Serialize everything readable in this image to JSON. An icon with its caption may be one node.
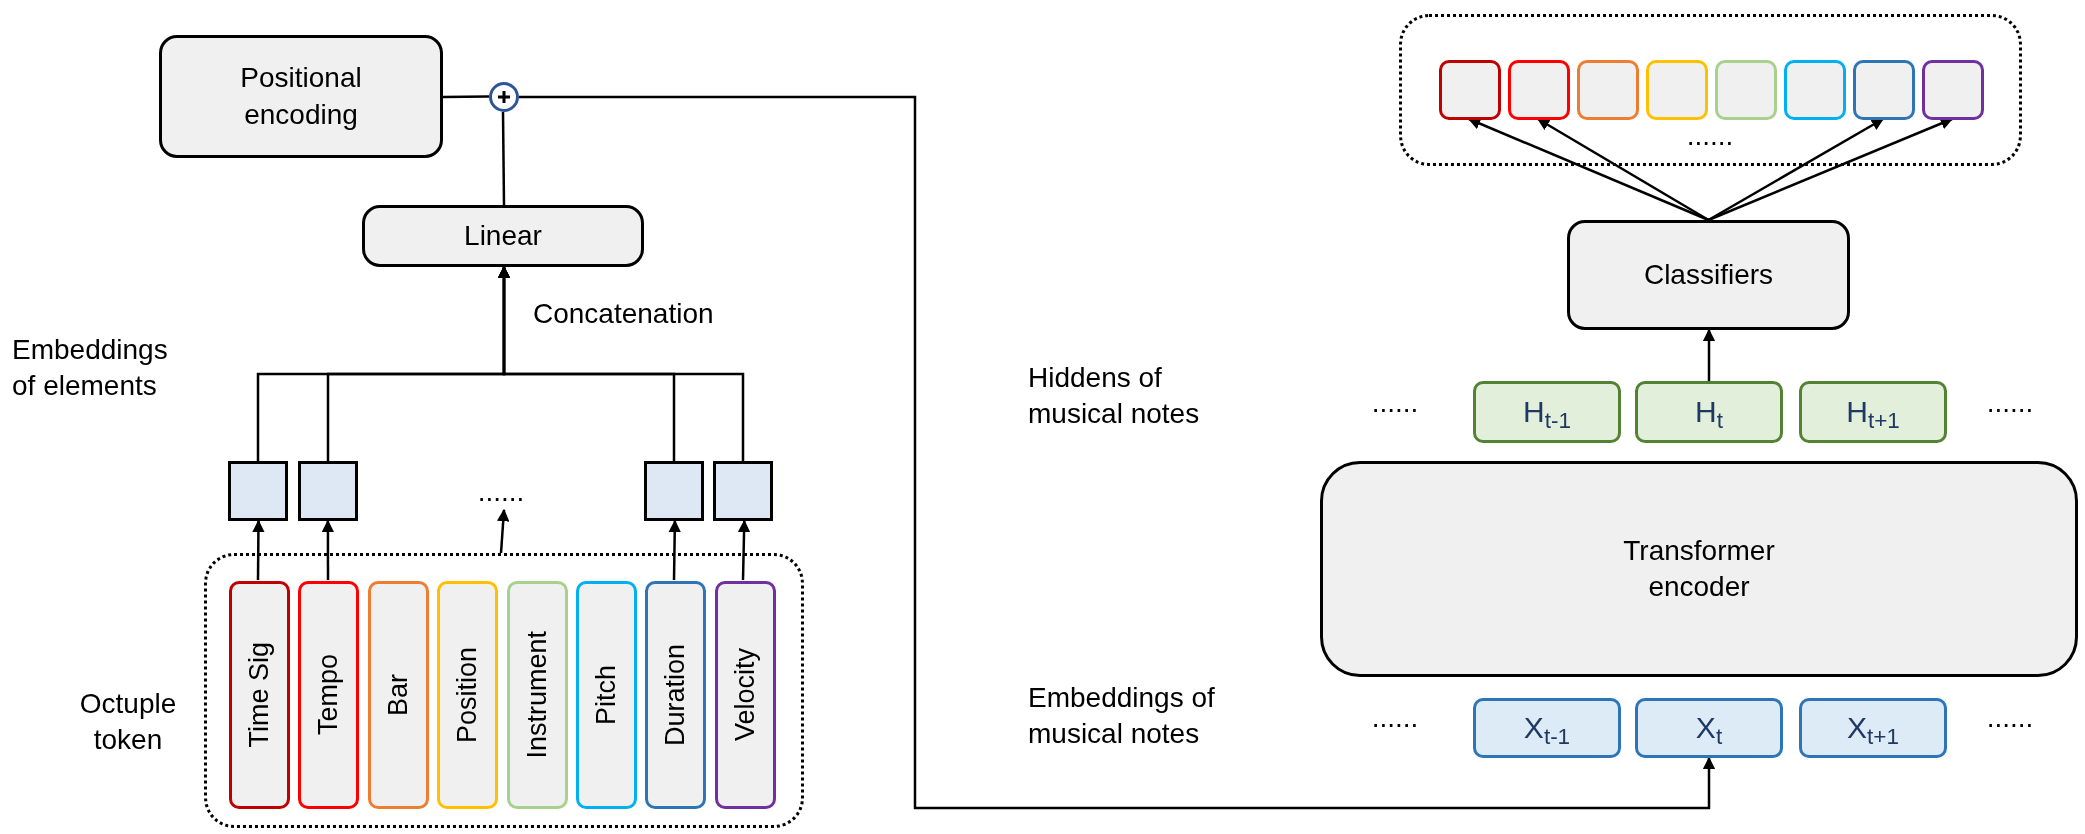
{
  "diagram": {
    "nodes": [
      {
        "text": [
          "Positional encoding"
        ]
      },
      {
        "text": [],
        "shape": "circle"
      },
      {
        "text": [
          "Linear"
        ]
      },
      {
        "text": [
          "Octuple token"
        ]
      },
      {
        "text": [
          "Time Sig"
        ],
        "in": 3
      },
      {
        "text": [
          "Tempo"
        ],
        "in": 3
      },
      {
        "text": [
          "Bar"
        ],
        "in": 3
      },
      {
        "text": [
          "Position"
        ],
        "in": 3
      },
      {
        "text": [
          "Instrument"
        ],
        "in": 3
      },
      {
        "text": [
          "Pitch"
        ],
        "in": 3
      },
      {
        "text": [
          "Duration"
        ],
        "in": 3
      },
      {
        "text": [
          "Velocity"
        ],
        "in": 3
      },
      {
        "text": [],
        "shape": "box"
      },
      {
        "text": [],
        "shape": "box"
      },
      {
        "text": [],
        "shape": "box"
      },
      {
        "text": [],
        "shape": "box"
      },
      {
        "text": [],
        "shape": "box"
      },
      {
        "text": [],
        "shape": "box",
        "in": 16
      },
      {
        "text": [],
        "shape": "box",
        "in": 16
      },
      {
        "text": [],
        "shape": "box",
        "in": 16
      },
      {
        "text": [],
        "shape": "box",
        "in": 16
      },
      {
        "text": [],
        "shape": "box",
        "in": 16
      },
      {
        "text": [],
        "shape": "box",
        "in": 16
      },
      {
        "text": [],
        "shape": "box",
        "in": 16
      },
      {
        "text": [],
        "shape": "box",
        "in": 16
      },
      {
        "text": [
          "Classifiers"
        ]
      },
      {
        "text": [
          "H$_{t-1}$"
        ]
      },
      {
        "text": [
          "H$_{t}$"
        ]
      },
      {
        "text": [
          "H$_{t+1}$"
        ]
      },
      {
        "text": [
          "Transformer encoder"
        ]
      },
      {
        "text": [
          "X$_{t-1}$"
        ]
      },
      {
        "text": [
          "X$_{t}$"
        ]
      },
      {
        "text": [
          "X$_{t+1}$"
        ]
      },
      {
        "text": [
          "......"
        ]
      }
    ],
    "edges": [
      {
        "from": 0,
        "to": 1,
        "arrow": "none"
      },
      {
        "from": 2,
        "to": 1,
        "arrow": "none"
      },
      {
        "from": 12,
        "to": 2,
        "arrow": "to"
      },
      {
        "from": 13,
        "to": 2,
        "arrow": "to"
      },
      {
        "from": 14,
        "to": 2,
        "arrow": "to"
      },
      {
        "from": 15,
        "to": 2,
        "arrow": "to"
      },
      {
        "from": 4,
        "to": 12,
        "arrow": "to"
      },
      {
        "from": 5,
        "to": 13,
        "arrow": "to"
      },
      {
        "from": 10,
        "to": 14,
        "arrow": "to"
      },
      {
        "from": 11,
        "to": 15,
        "arrow": "to"
      },
      {
        "from": 3,
        "to": 33,
        "arrow": "to"
      },
      {
        "from": 1,
        "to": 31,
        "arrow": "to"
      },
      {
        "from": 27,
        "to": 25,
        "arrow": "to"
      },
      {
        "from": 25,
        "to": 17,
        "arrow": "to"
      },
      {
        "from": 25,
        "to": 18,
        "arrow": "to"
      },
      {
        "from": 25,
        "to": 23,
        "arrow": "to"
      },
      {
        "from": 25,
        "to": 24,
        "arrow": "to"
      }
    ],
    "labels": [
      "Concatenation",
      "Embeddings of elements",
      "......",
      "Hiddens of musical notes",
      "......",
      "......",
      "Embeddings of musical notes",
      "......",
      "......"
    ]
  }
}
